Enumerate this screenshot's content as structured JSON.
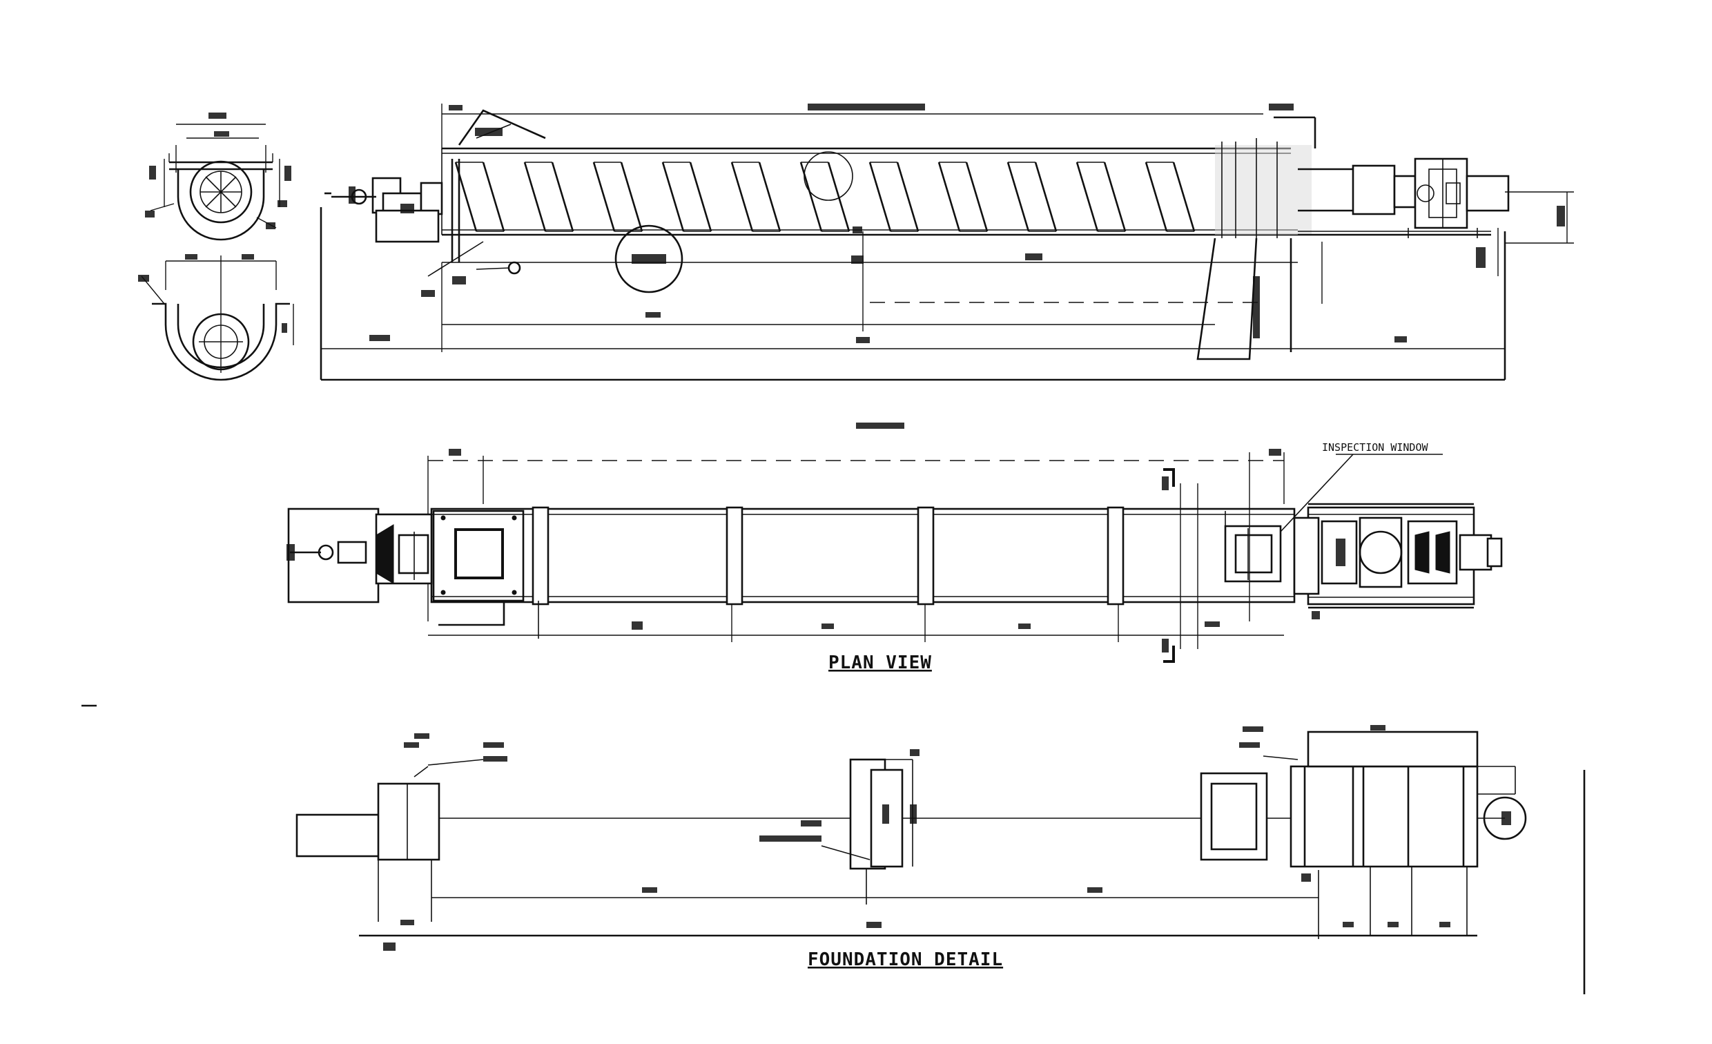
{
  "views": {
    "plan_view_title": "PLAN VIEW",
    "foundation_detail_title": "FOUNDATION DETAIL"
  },
  "callouts": {
    "inspection_window": "INSPECTION WINDOW"
  },
  "colors": {
    "line": "#111111",
    "background": "#ffffff"
  }
}
